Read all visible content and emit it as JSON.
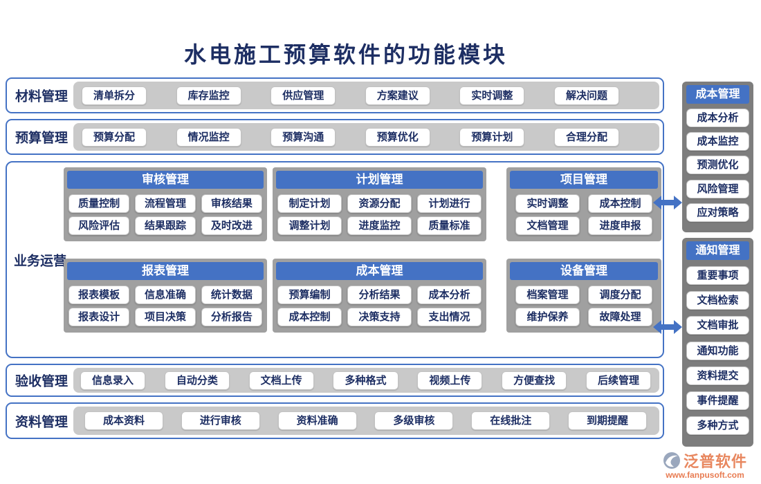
{
  "title": "水电施工预算软件的功能模块",
  "bands": {
    "materials": {
      "label": "材料管理",
      "items": [
        "清单拆分",
        "库存监控",
        "供应管理",
        "方案建议",
        "实时调整",
        "解决问题"
      ]
    },
    "budget": {
      "label": "预算管理",
      "items": [
        "预算分配",
        "情况监控",
        "预算沟通",
        "预算优化",
        "预算计划",
        "合理分配"
      ]
    },
    "acceptance": {
      "label": "验收管理",
      "items": [
        "信息录入",
        "自动分类",
        "文档上传",
        "多种格式",
        "视频上传",
        "方便查找",
        "后续管理"
      ]
    },
    "documents": {
      "label": "资料管理",
      "items": [
        "成本资料",
        "进行审核",
        "资料准确",
        "多级审核",
        "在线批注",
        "到期提醒"
      ]
    }
  },
  "business": {
    "label": "业务运营",
    "panels": [
      {
        "title": "审核管理",
        "items": [
          "质量控制",
          "流程管理",
          "审核结果",
          "风险评估",
          "结果跟踪",
          "及时改进"
        ]
      },
      {
        "title": "计划管理",
        "items": [
          "制定计划",
          "资源分配",
          "计划进行",
          "调整计划",
          "进度监控",
          "质量标准"
        ]
      },
      {
        "title": "项目管理",
        "items": [
          "实时调整",
          "成本控制",
          "文档管理",
          "进度申报"
        ]
      },
      {
        "title": "报表管理",
        "items": [
          "报表模板",
          "信息准确",
          "统计数据",
          "报表设计",
          "项目决策",
          "分析报告"
        ]
      },
      {
        "title": "成本管理",
        "items": [
          "预算编制",
          "分析结果",
          "成本分析",
          "成本控制",
          "决策支持",
          "支出情况"
        ]
      },
      {
        "title": "设备管理",
        "items": [
          "档案管理",
          "调度分配",
          "维护保养",
          "故障处理"
        ]
      }
    ]
  },
  "sidebar": {
    "cost": {
      "title": "成本管理",
      "items": [
        "成本分析",
        "成本监控",
        "预测优化",
        "风险管理",
        "应对策略"
      ]
    },
    "notify": {
      "title": "通知管理",
      "items": [
        "重要事项",
        "文档检索",
        "文档审批",
        "通知功能",
        "资料提交",
        "事件提醒",
        "多种方式"
      ]
    }
  },
  "logo": {
    "brand": "泛普软件",
    "url": "www.fanpusoft.com"
  },
  "colors": {
    "accent_blue": "#4472c4",
    "navy_text": "#1d2e63",
    "band_tray_gray": "#c9c9c9",
    "panel_gray": "#a0a0a0",
    "sidebar_gray": "#7d7d7d",
    "logo_orange": "#e8875f"
  }
}
